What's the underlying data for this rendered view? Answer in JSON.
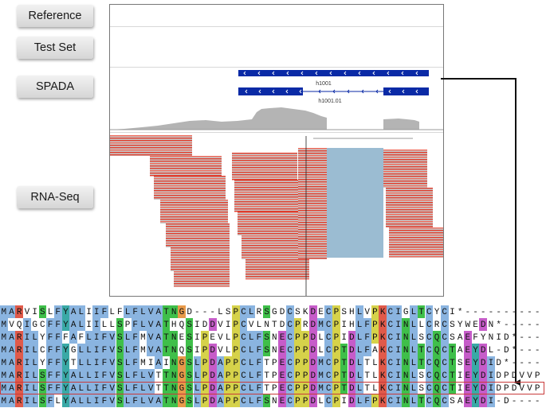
{
  "tracks": [
    {
      "label": "Reference"
    },
    {
      "label": "Test Set"
    },
    {
      "label": "SPADA"
    },
    {
      "label": "RNA-Seq"
    }
  ],
  "genes": {
    "gene_label": "h1001",
    "transcript_label": "h1001.01"
  },
  "colors": {
    "gene_blue": "#0a2aa6",
    "coverage_gray": "#b4b4b4",
    "read_red": "#e03c2c",
    "intron_blue": "#9bbcd2",
    "highlight_box": "#c93a3a",
    "arrow": "#111111"
  },
  "alignment": {
    "sequences": [
      "MARVISLFYALIIFLFLFLVATNGD---LSPCLRSGDCSKDECPSHLVPKCIGLTCYCI*--------------",
      "MVQIGCFFYALIILLSPFLVATHQSIDDVIPCVLNTDCPRDMCPIHLFPKCINLLCRCSYWEDN*---------",
      "MARILYFFFAFLIFVSLFMVATNESIPEVLPCLFSNECPPDLCPIDLFPKCINLSCQCSAEFYNID*------",
      "MARILCFFYGLLIFVSLFMVATNQSIPDVLPCLFSNECPPDLCPTDLFAKCINLTCQCTAEYDL-D*------",
      "MARILYFFYTLLIFVSLFMIAINGSLPDAPPCLFTPECPPDMCPTDLTLKCINLTCQCTSEYDID*-------",
      "MARILSFFYALLIFVSLFLVTTNGSLPDAPPCLFTPECPPDMCPTDLTLKCINLSCQCTIEYDIDPDVVPS*",
      "MARILSFFYALLIFVSLFLVTTNGSLPDAPPCLFTPECPPDMCPTDLTLKCINLSCQCTIEYDIDPDVVPS*",
      "MARILSFLYALLIFVSLFLVATNGSLPDAPPCLFSNECPPDLCPIDLFPKCINLTCQCSAEYDI-D-------"
    ]
  }
}
